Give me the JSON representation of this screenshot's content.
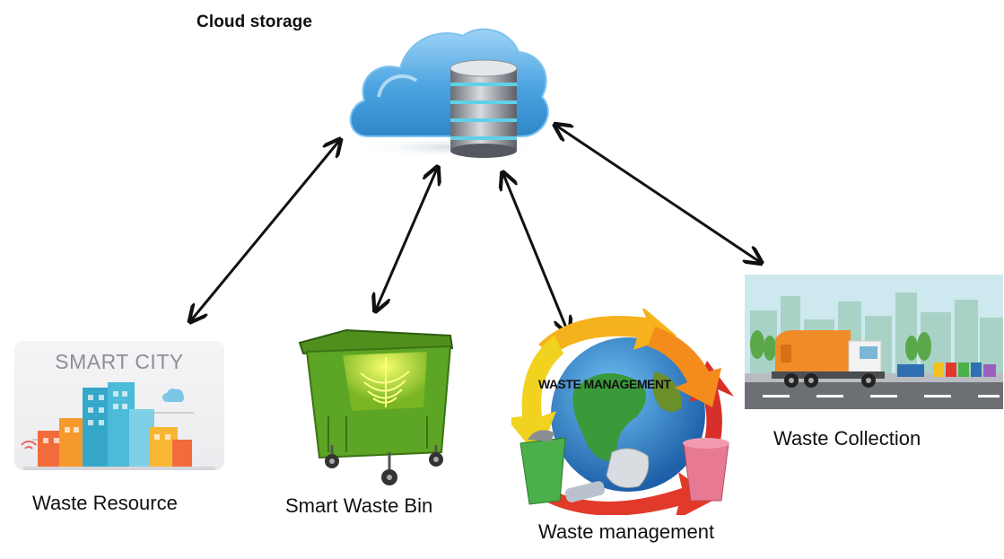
{
  "title": "Cloud storage",
  "nodes": {
    "waste_resource": {
      "label": "Waste Resource",
      "image_text": "SMART CITY"
    },
    "smart_waste_bin": {
      "label": "Smart Waste Bin"
    },
    "waste_management": {
      "label": "Waste management",
      "image_text": "WASTE MANAGEMENT"
    },
    "waste_collection": {
      "label": "Waste Collection"
    }
  },
  "colors": {
    "cloud": "#4aa3e0",
    "arrow": "#111111",
    "bin": "#5da524",
    "truck": "#f08c28"
  }
}
